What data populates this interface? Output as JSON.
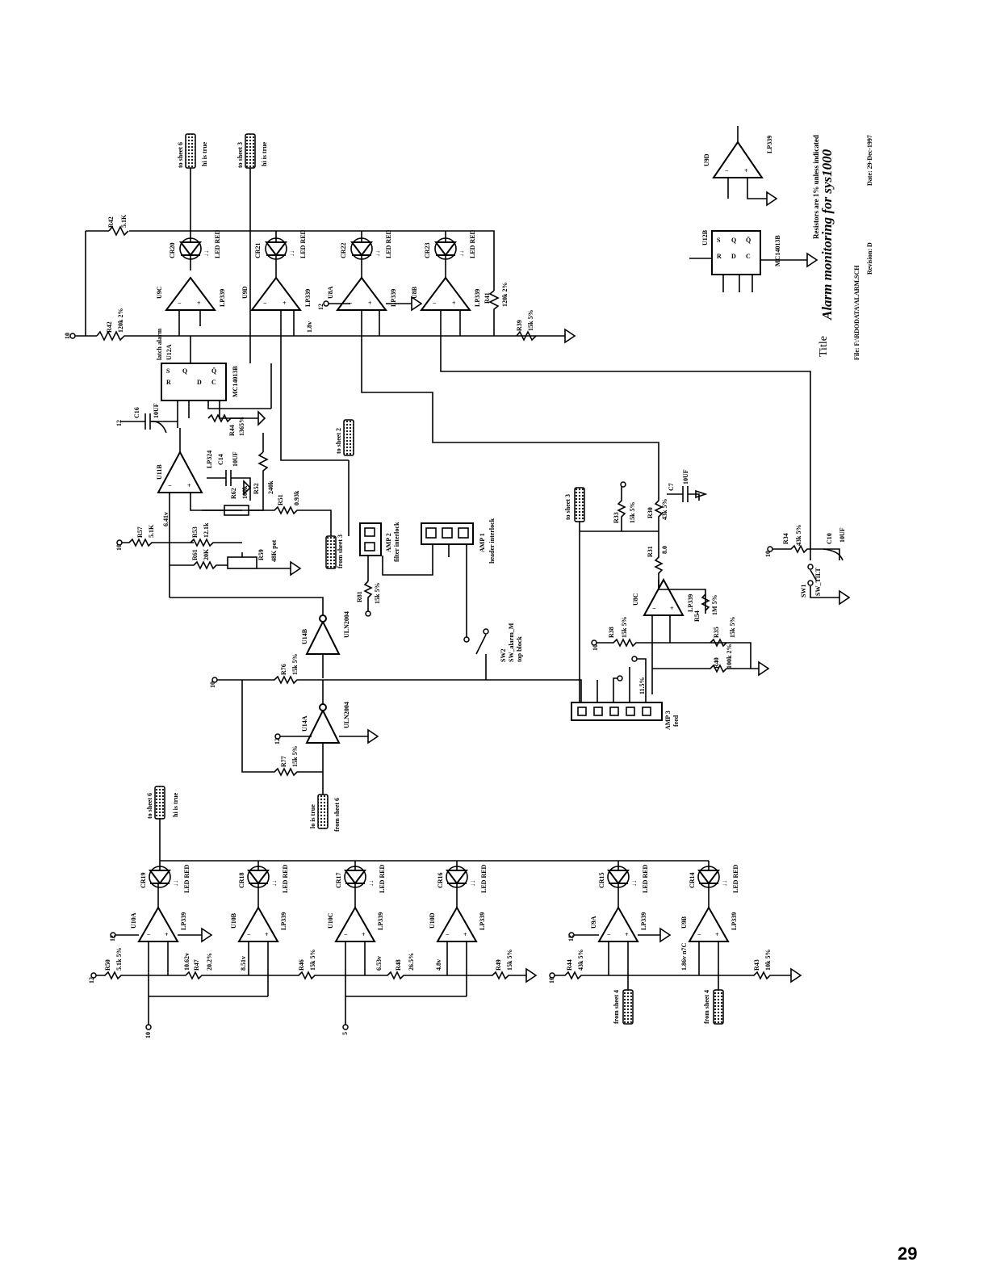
{
  "title_block": {
    "title_label": "Title",
    "title": "Alarm monitoring for sys1000",
    "note": "Resistors are 1% unless indicated",
    "file": "File: F:\\RDODATA\\ALARM.SCH",
    "revision": "Revision:  D",
    "date": "Date:  29-Dec-1997"
  },
  "page_number": "29",
  "off_sheet": {
    "to6_hi": "to sheet 6",
    "to3_hi": "to sheet 3",
    "hi_true": "hi is true",
    "to2": "to sheet 2",
    "to3": "to sheet 3",
    "from3": "from sheet 3",
    "from6": "from sheet 6",
    "lo_true": "lo is true",
    "from4a": "from sheet 4",
    "from4b": "from sheet 4"
  },
  "parts": {
    "u9c": "U9C",
    "u9d": "U9D",
    "u8a": "U8A",
    "u8b": "U8B",
    "u8c": "U8C",
    "u11b": "U11B",
    "u14a": "U14A",
    "u14b": "U14B",
    "u10a": "U10A",
    "u10b": "U10B",
    "u10c": "U10C",
    "u10d": "U10D",
    "u9a": "U9A",
    "u9b": "U9B",
    "u12a": "U12A",
    "u12b": "U12B",
    "u9d_spare": "U9D",
    "lp339": "LP339",
    "lp324": "LP324",
    "uln2004": "ULN2004",
    "mc14013b": "MC14013B",
    "latch_alarm": "latch alarm",
    "led_red": "LED RED",
    "cr20": "CR20",
    "cr21": "CR21",
    "cr22": "CR22",
    "cr23": "CR23",
    "cr19": "CR19",
    "cr18": "CR18",
    "cr17": "CR17",
    "cr16": "CR16",
    "cr15": "CR15",
    "cr14": "CR14",
    "amp2": "AMP 2",
    "amp2_sub": "filter interlock",
    "amp1": "AMP 1",
    "amp1_sub": "header interlock",
    "amp3": "AMP 3",
    "amp3_sub": "feed",
    "sw2": "SW2",
    "sw2_sub": "SW_alarm_M",
    "sw2_sub2": "top block",
    "sw1": "SW1",
    "sw1_sub": "SW_TILT",
    "c16": "C16",
    "c16v": "10UF",
    "c14": "C14",
    "c14v": "10UF",
    "c7": "C7",
    "c7v": "10UF",
    "c10": "C10",
    "c10v": "10UF"
  },
  "resistors": {
    "r42": "R42",
    "r42v": "5.1K",
    "r42b": "R42",
    "r42bv": "120k 2%",
    "r41": "R41",
    "r41v": "120k 2%",
    "r39": "R39",
    "r39v": "15k 5%",
    "r44": "R44",
    "r44v": "1365%",
    "r52": "R52",
    "r52v": "240k",
    "r62": "R62",
    "r62v": "100k",
    "r51": "R51",
    "r51v": "0.93k",
    "r57": "R57",
    "r57v": "5.1K",
    "r53": "R53",
    "r53v": "12.1k",
    "r61": "R61",
    "r61v": "20K",
    "r59": "R59",
    "r59v": "48K pot",
    "r76": "R76",
    "r76v": "15k 5%",
    "r77": "R77",
    "r77v": "15k 5%",
    "r81": "R81",
    "r81v": "15k 5%",
    "r33": "R33",
    "r33v": "15k 5%",
    "r30": "R30",
    "r30v": "43k 5%",
    "r31": "R31",
    "r31v": "8.0",
    "r34": "R34",
    "r34v": "43k 5%",
    "r54": "R54",
    "r54v": "1M 5%",
    "r38": "R38",
    "r38v": "15k 5%",
    "r35": "R35",
    "r35v": "15k 5%",
    "r40": "R40",
    "r40v": "100k 2%",
    "r50": "R50",
    "r50v": "5.1k 5%",
    "r47": "R47",
    "r47v": "20.2%",
    "r46": "R46",
    "r46v": "15k 5%",
    "r48": "R48",
    "r48v": "26.5%",
    "r49": "R49",
    "r49v": "15k 5%",
    "r44b": "R44",
    "r44bv": "43k 5%",
    "r43": "R43",
    "r43v": "10k 5%"
  },
  "nets": {
    "v10a": "10",
    "v10b": "10",
    "v10c": "10",
    "v12a": "12",
    "v12b": "12",
    "v12c": "12",
    "v10d": "10",
    "v5": "5",
    "v12d": "12",
    "v10e": "10",
    "v641": "6.41v",
    "v10_6": "10.62v",
    "v8_51": "8.51v",
    "v6_53": "6.53v",
    "v4_8": "4.8v",
    "v1_8": "1.8v",
    "v1_86": "1.86v n7C",
    "v11_5": "11.5%"
  }
}
